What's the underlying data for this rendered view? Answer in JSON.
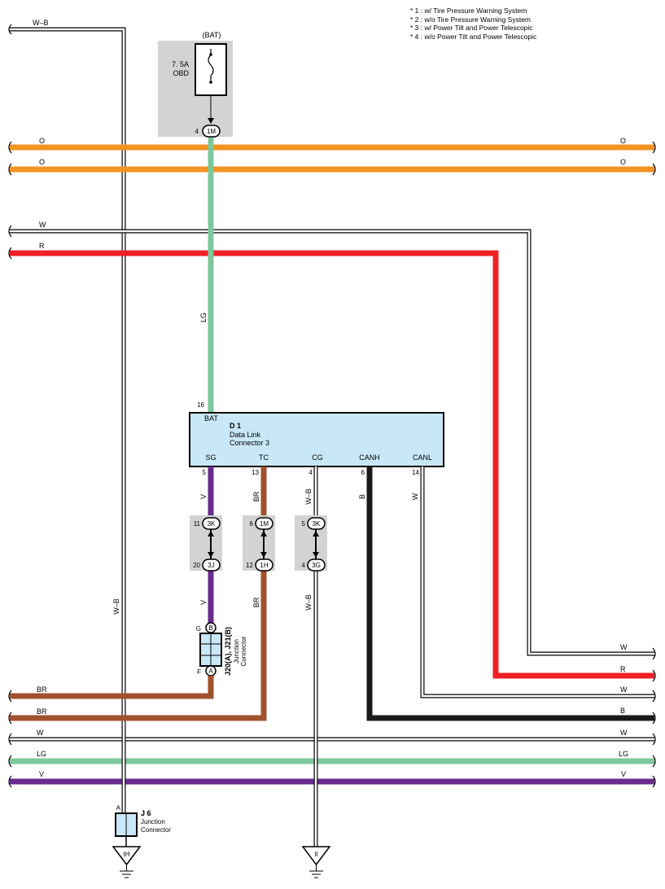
{
  "notes": [
    "* 1 : w/ Tire Pressure Warning System",
    "* 2 : w/o Tire Pressure Warning System",
    "* 3 : w/ Power Tilt and Power Telescopic",
    "* 4 : w/o Power Tilt and Power Telescopic"
  ],
  "colors": {
    "orange": "#F39322",
    "red": "#EE2026",
    "lightgreen": "#7CC89A",
    "purple": "#6A2C8E",
    "brown": "#A0522D",
    "black": "#1a1a1a",
    "connector_fill": "#C9E8F7",
    "splice_bg": "#D3D3D3"
  },
  "fuse": {
    "header": "(BAT)",
    "rating": "7. 5A",
    "name": "OBD",
    "pin": "4",
    "connector": "1M"
  },
  "dlc": {
    "code": "D 1",
    "name_line1": "Data Link",
    "name_line2": "Connector 3",
    "bat_label": "BAT",
    "bat_pin": "16",
    "terminals": [
      {
        "name": "SG",
        "pin": "5"
      },
      {
        "name": "TC",
        "pin": "13"
      },
      {
        "name": "CG",
        "pin": "4"
      },
      {
        "name": "CANH",
        "pin": "6"
      },
      {
        "name": "CANL",
        "pin": "14"
      }
    ]
  },
  "splices": [
    {
      "top_pin": "11",
      "top_conn": "3K",
      "bot_pin": "20",
      "bot_conn": "3J"
    },
    {
      "top_pin": "6",
      "top_conn": "1M",
      "bot_pin": "12",
      "bot_conn": "1H"
    },
    {
      "top_pin": "5",
      "top_conn": "3K",
      "bot_pin": "4",
      "bot_conn": "3G"
    }
  ],
  "wire_labels": {
    "top_wb": "W–B",
    "orange1_l": "O",
    "orange1_r": "O",
    "orange2_l": "O",
    "orange2_r": "O",
    "white_top": "W",
    "red_top": "R",
    "lg_vertical": "LG",
    "wb_vertical": "W–B",
    "sg_upper": "V",
    "sg_lower": "V",
    "tc_upper": "BR",
    "tc_lower": "BR",
    "cg_upper": "W–B",
    "cg_lower": "W–B",
    "canh": "B",
    "canl": "W",
    "right_w1": "W",
    "right_r": "R",
    "right_w2": "W",
    "right_b": "B",
    "bottom_br1": "BR",
    "bottom_br2": "BR",
    "bottom_w_l": "W",
    "bottom_w_r": "W",
    "bottom_lg_l": "LG",
    "bottom_lg_r": "LG",
    "bottom_v_l": "V",
    "bottom_v_r": "V"
  },
  "junction_j20": {
    "code": "J20(A), J21(B)",
    "line1": "Junction",
    "line2": "Connector",
    "pin_top_letter": "G",
    "pin_top": "B",
    "pin_bot_letter": "F",
    "pin_bot": "A"
  },
  "junction_j6": {
    "code": "J 6",
    "line1": "Junction",
    "line2": "Connector",
    "pin": "A"
  },
  "grounds": [
    {
      "label": "IH"
    },
    {
      "label": "II"
    }
  ]
}
